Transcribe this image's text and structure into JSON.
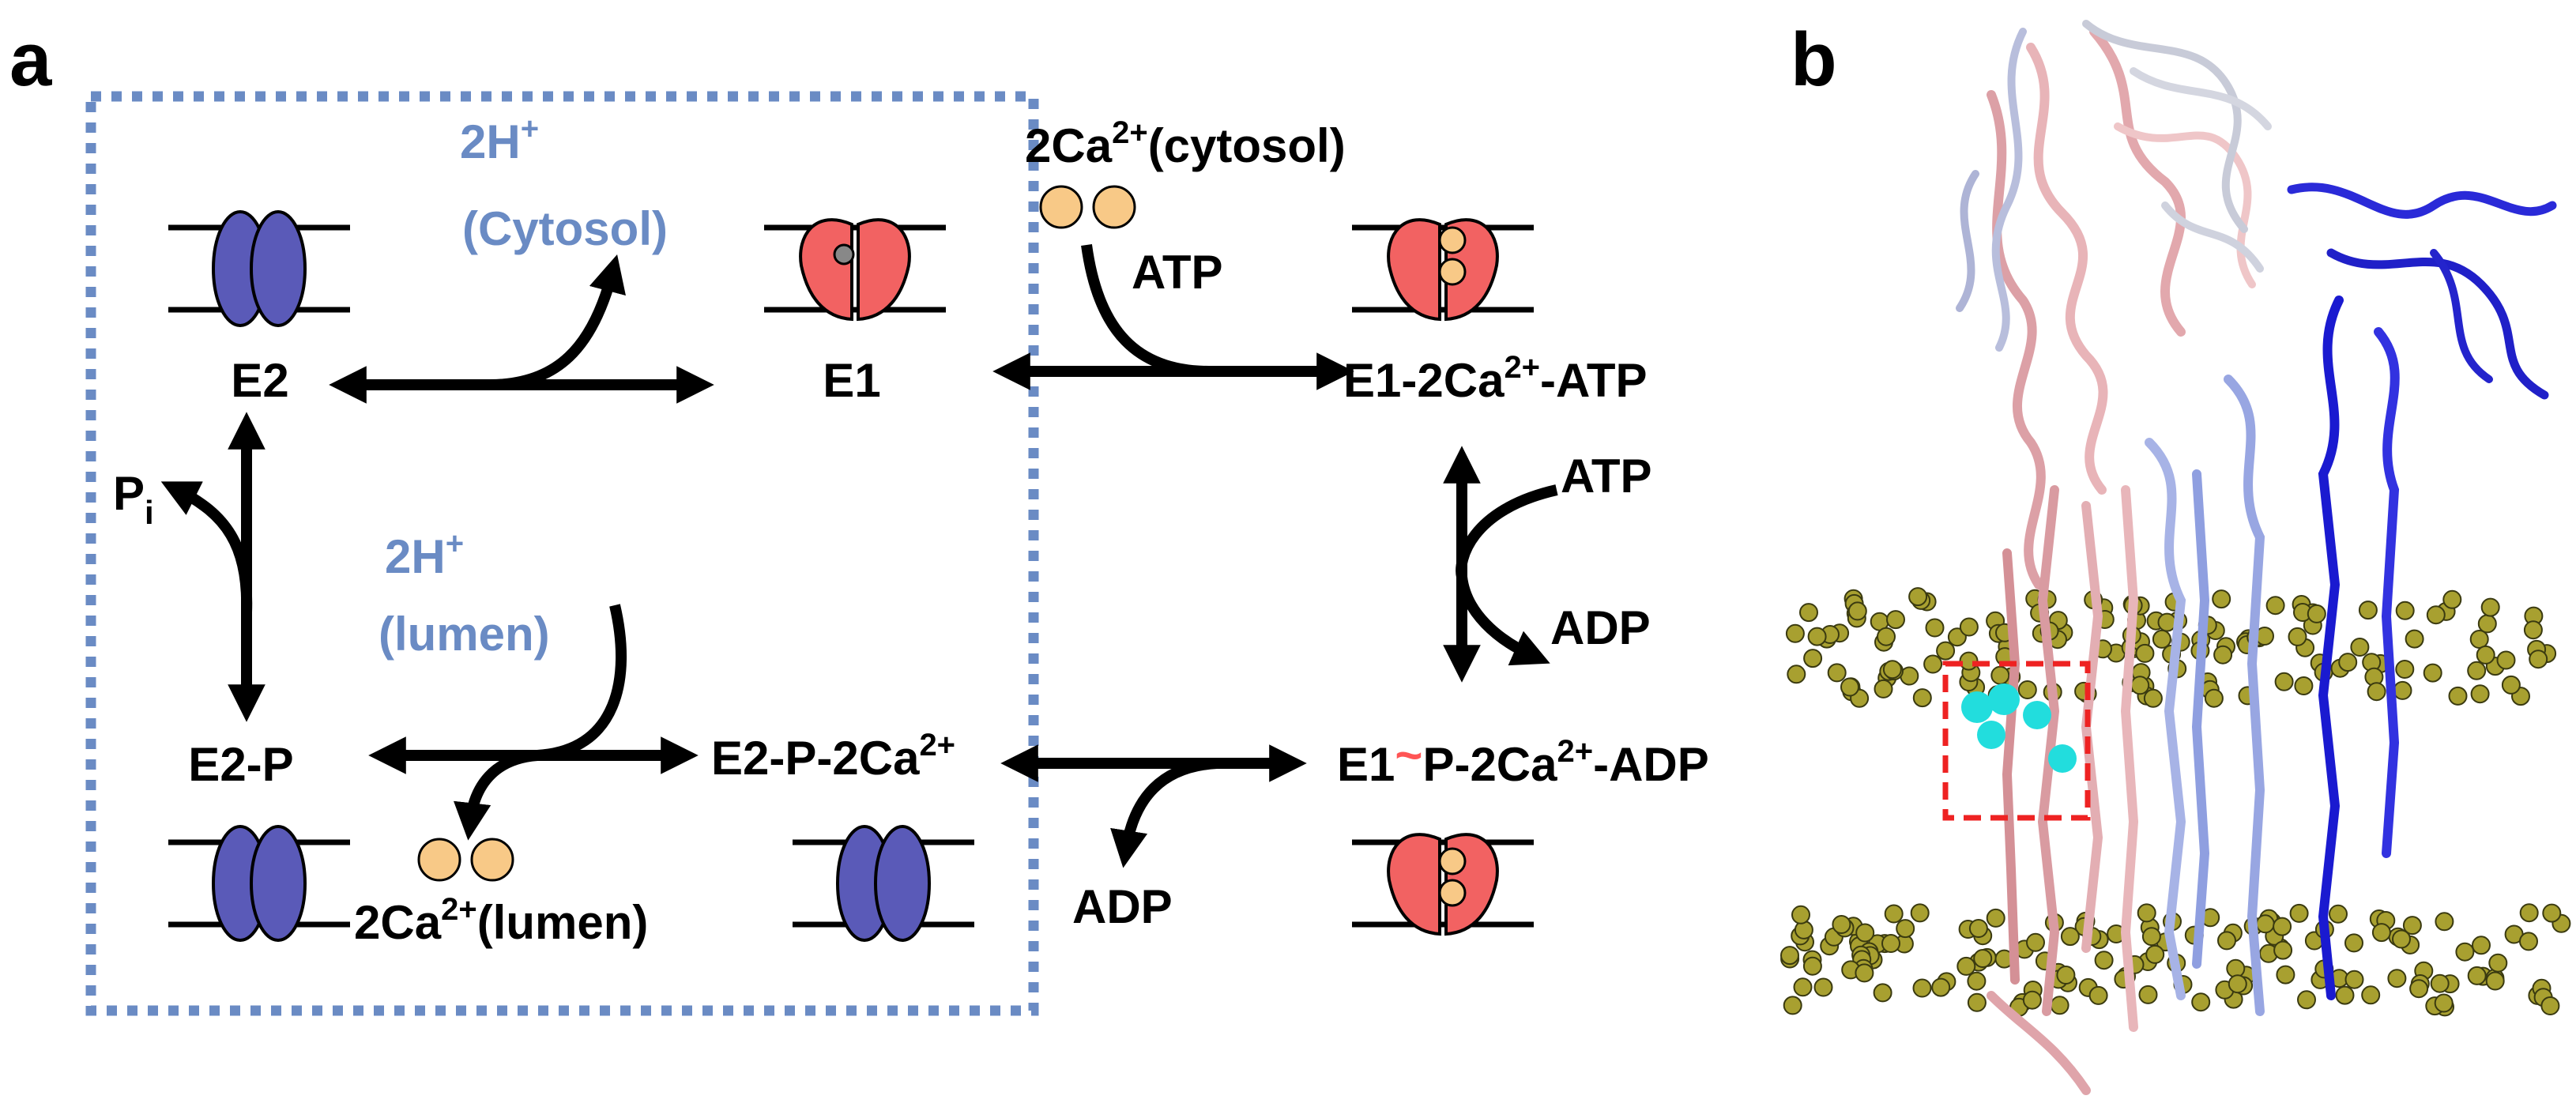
{
  "panels": {
    "a": "a",
    "b": "b"
  },
  "states": {
    "e2": "E2",
    "e1": "E1",
    "e1_ca_atp": "E1-2Ca",
    "e1_ca_atp_sup": "2+",
    "e1_ca_atp_tail": "-ATP",
    "e2p": "E2-P",
    "e2p_ca": "E2-P-2Ca",
    "e2p_ca_sup": "2+",
    "e1p_pre": "E1",
    "e1p_tilde": "~",
    "e1p_mid": "P-2Ca",
    "e1p_sup": "2+",
    "e1p_tail": "-ADP"
  },
  "species": {
    "h_cytosol_num": "2H",
    "h_cytosol_sup": "+",
    "h_cytosol_loc": "(Cytosol)",
    "h_lumen_num": "2H",
    "h_lumen_sup": "+",
    "h_lumen_loc": "(lumen)",
    "ca_cytosol_num": "2Ca",
    "ca_cytosol_sup": "2+",
    "ca_cytosol_loc": "(cytosol)",
    "ca_lumen_num": "2Ca",
    "ca_lumen_sup": "2+",
    "ca_lumen_loc": "(lumen)",
    "atp_top": "ATP",
    "atp_right": "ATP",
    "adp_right": "ADP",
    "adp_bottom": "ADP",
    "pi_main": "P",
    "pi_sub": "i"
  },
  "colors": {
    "box_border": "#6a8bc4",
    "e2_protein": "#5a5ab8",
    "e1_protein": "#f26262",
    "calcium": "#f8c987",
    "proton_text": "#6a8bc4",
    "tilde": "#ff5555",
    "lipid_beads": "#a8a030",
    "ca_site_marker": "#22dddd",
    "inset_box": "#ee2222"
  }
}
